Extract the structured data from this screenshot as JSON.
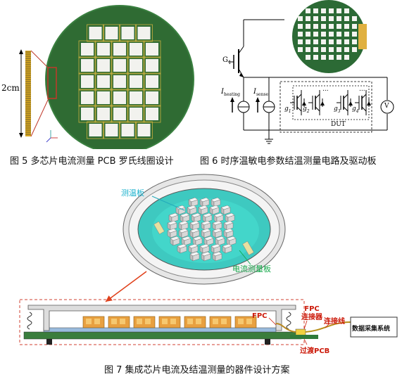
{
  "fig5": {
    "scale_label": "2cm",
    "caption": "图 5  多芯片电流测量 PCB 罗氏线圈设计"
  },
  "fig6": {
    "labels": {
      "g1": "G",
      "g1_sub": "1",
      "i_heating": "I",
      "i_heating_sub": "heating",
      "i_sense": "I",
      "i_sense_sub": "sense",
      "gate_a": "g",
      "gate_a_sub": "1",
      "gate_b": "g",
      "gate_b_sub": "2",
      "gate_c": "g",
      "gate_c_sub": "3",
      "gate_d": "g",
      "gate_d_sub": "4",
      "dots": "...",
      "dut": "DUT",
      "voltmeter": "V"
    },
    "caption": "图 6  时序温敏电参数结温测量电路及驱动板"
  },
  "fig7": {
    "label_temp_board": "测温板",
    "label_current_board": "电流测量板",
    "label_fpc": "FPC",
    "label_fpc_connector_top": "FPC",
    "label_fpc_connector_bottom": "连接器",
    "label_cable": "连接线",
    "label_adapter_pcb": "过渡PCB",
    "label_daq": "数据采集系统",
    "caption": "图 7  集成芯片电流及结温测量的器件设计方案"
  },
  "colors": {
    "pcb_green": "#2e6b34",
    "pad_white": "#f2f2ee",
    "cyan_label": "#1ab0cc",
    "green_label": "#14a84a",
    "red_label": "#cc1a0a",
    "arrow_red": "#e0401a",
    "dashed_box": "#d04030",
    "chip_orange": "#e8a040"
  }
}
